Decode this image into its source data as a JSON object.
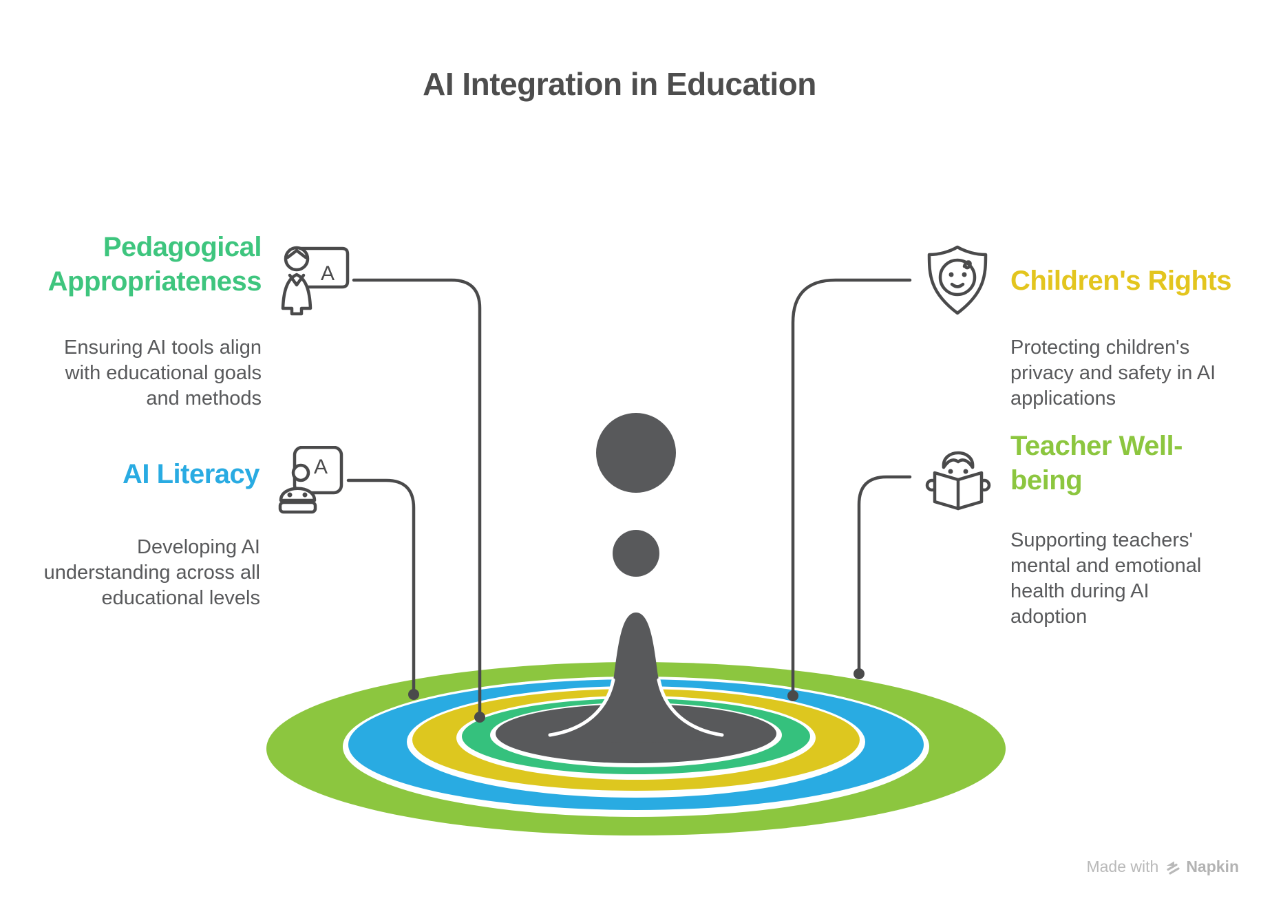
{
  "title": "AI Integration in Education",
  "sections": [
    {
      "id": "pedagogical-appropriateness",
      "title_lines": [
        "Pedagogical",
        "Appropriateness"
      ],
      "description_lines": [
        "Ensuring AI tools align",
        "with educational goals",
        "and methods"
      ],
      "color": "#3EC57E",
      "icon": "teacher-presenting-icon"
    },
    {
      "id": "ai-literacy",
      "title_lines": [
        "AI Literacy"
      ],
      "description_lines": [
        "Developing AI",
        "understanding across all",
        "educational levels"
      ],
      "color": "#29ABE2",
      "icon": "robot-board-icon"
    },
    {
      "id": "childrens-rights",
      "title_lines": [
        "Children's Rights"
      ],
      "description_lines": [
        "Protecting children's",
        "privacy and safety in AI",
        "applications"
      ],
      "color": "#E3C51E",
      "icon": "child-shield-icon"
    },
    {
      "id": "teacher-well-being",
      "title_lines": [
        "Teacher Well-",
        "being"
      ],
      "description_lines": [
        "Supporting teachers'",
        "mental and emotional",
        "health during AI",
        "adoption"
      ],
      "color": "#8CC63F",
      "icon": "person-reading-icon"
    }
  ],
  "icon_board_letter": "A",
  "ripple": {
    "outer_ring_color": "#8CC63F",
    "second_ring_color": "#29ABE2",
    "third_ring_color": "#DDC71F",
    "inner_ring_color": "#35C17D",
    "splash_color": "#58595B",
    "connector_color": "#4A4A4B"
  },
  "footer": {
    "text": "Made with",
    "brand": "Napkin"
  }
}
